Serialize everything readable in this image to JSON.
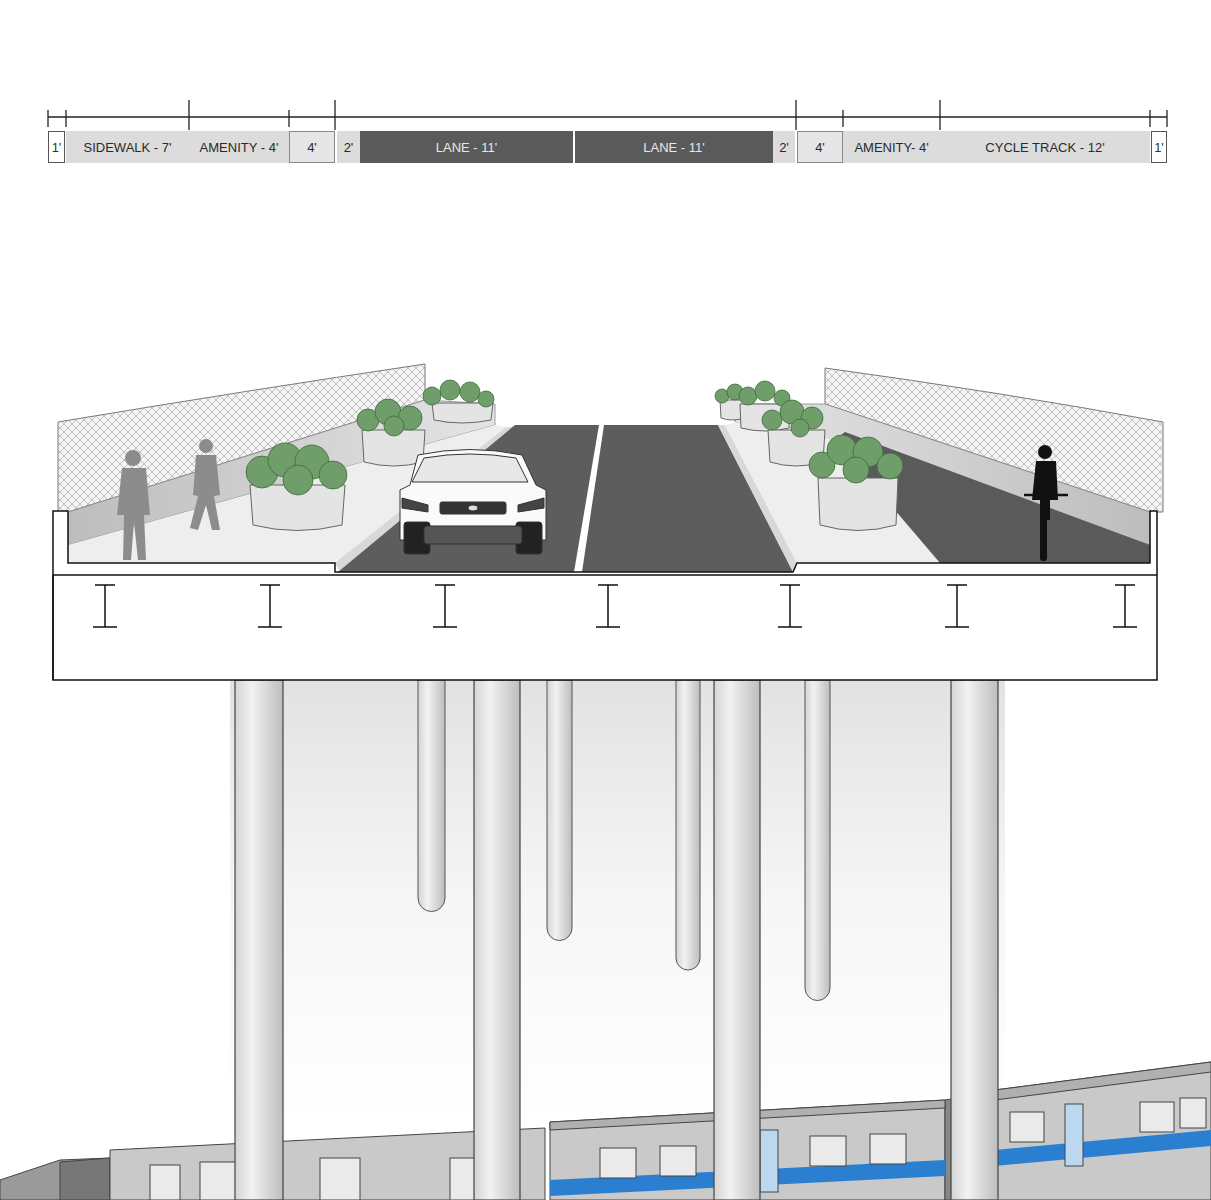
{
  "diagram": {
    "nodes": [
      {
        "text": [
          "1'"
        ]
      },
      {
        "text": [
          "SIDEWALK - 7'"
        ]
      },
      {
        "text": [
          "AMENITY - 4'"
        ]
      },
      {
        "text": [
          "4'"
        ]
      },
      {
        "text": [
          "2'"
        ]
      },
      {
        "text": [
          "LANE - 11'"
        ]
      },
      {
        "text": [
          "LANE - 11'"
        ]
      },
      {
        "text": [
          "2'"
        ]
      },
      {
        "text": [
          "4'"
        ]
      },
      {
        "text": [
          "AMENITY- 4'"
        ]
      },
      {
        "text": [
          "CYCLE TRACK - 12'"
        ]
      },
      {
        "text": [
          "1'"
        ]
      }
    ]
  }
}
